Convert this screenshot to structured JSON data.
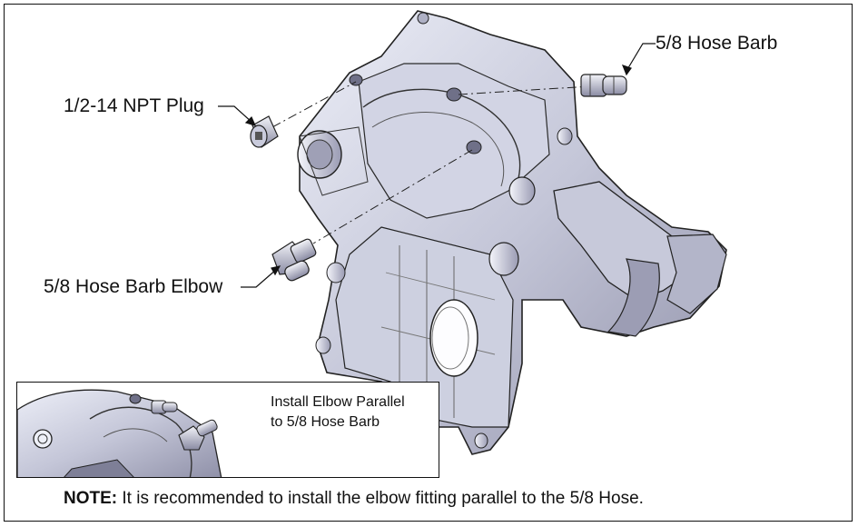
{
  "callouts": {
    "hose_barb": "5/8 Hose Barb",
    "npt_plug": "1/2-14 NPT Plug",
    "hose_barb_elbow": "5/8 Hose Barb Elbow"
  },
  "inset": {
    "line1": "Install Elbow Parallel",
    "line2": "to 5/8 Hose Barb"
  },
  "note": {
    "label": "NOTE:",
    "text": " It is recommended to install the elbow fitting parallel to the 5/8 Hose."
  },
  "colors": {
    "housing_light": "#d9dae8",
    "housing_mid": "#b7b8cb",
    "housing_dark": "#8d8ea5",
    "line": "#111111"
  }
}
